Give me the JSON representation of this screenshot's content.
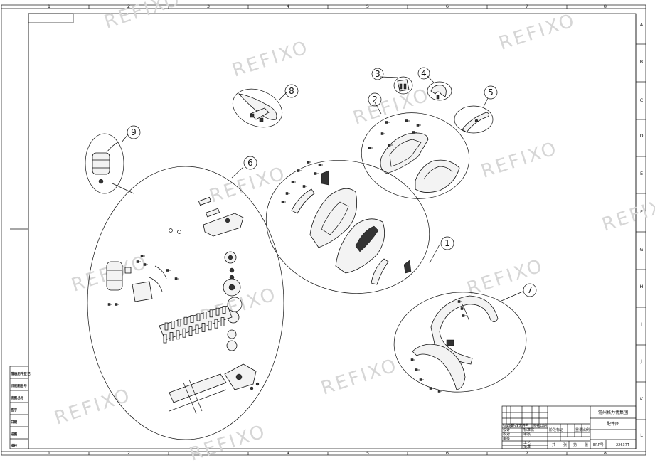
{
  "frame": {
    "columns": [
      "1",
      "2",
      "3",
      "4",
      "5",
      "6",
      "7",
      "8"
    ],
    "rows": [
      "A",
      "B",
      "C",
      "D",
      "E",
      "F",
      "G",
      "H",
      "I",
      "J",
      "K",
      "L"
    ]
  },
  "callouts": [
    {
      "id": "c1",
      "label": "1"
    },
    {
      "id": "c2",
      "label": "2"
    },
    {
      "id": "c3",
      "label": "3"
    },
    {
      "id": "c4",
      "label": "4"
    },
    {
      "id": "c5",
      "label": "5"
    },
    {
      "id": "c6",
      "label": "6"
    },
    {
      "id": "c7",
      "label": "7"
    },
    {
      "id": "c8",
      "label": "8"
    },
    {
      "id": "c9",
      "label": "9"
    }
  ],
  "watermark": "REFIXO",
  "title_block": {
    "company": "常州格力博集团",
    "drawing_title": "配件图",
    "erp_label": "ERP号",
    "erp_number": "22637T",
    "cells": [
      "标记",
      "处数",
      "更改文件号",
      "签名",
      "日期",
      "设计",
      "标准化",
      "校对",
      "审核",
      "审核",
      "工艺",
      "批准",
      "阶段标记",
      "重量",
      "比例",
      "共",
      "张",
      "第",
      "张"
    ]
  },
  "side_labels": [
    "借通用件登记",
    "旧底图总号",
    "底图总号",
    "签字",
    "日期",
    "描图",
    "描校"
  ]
}
